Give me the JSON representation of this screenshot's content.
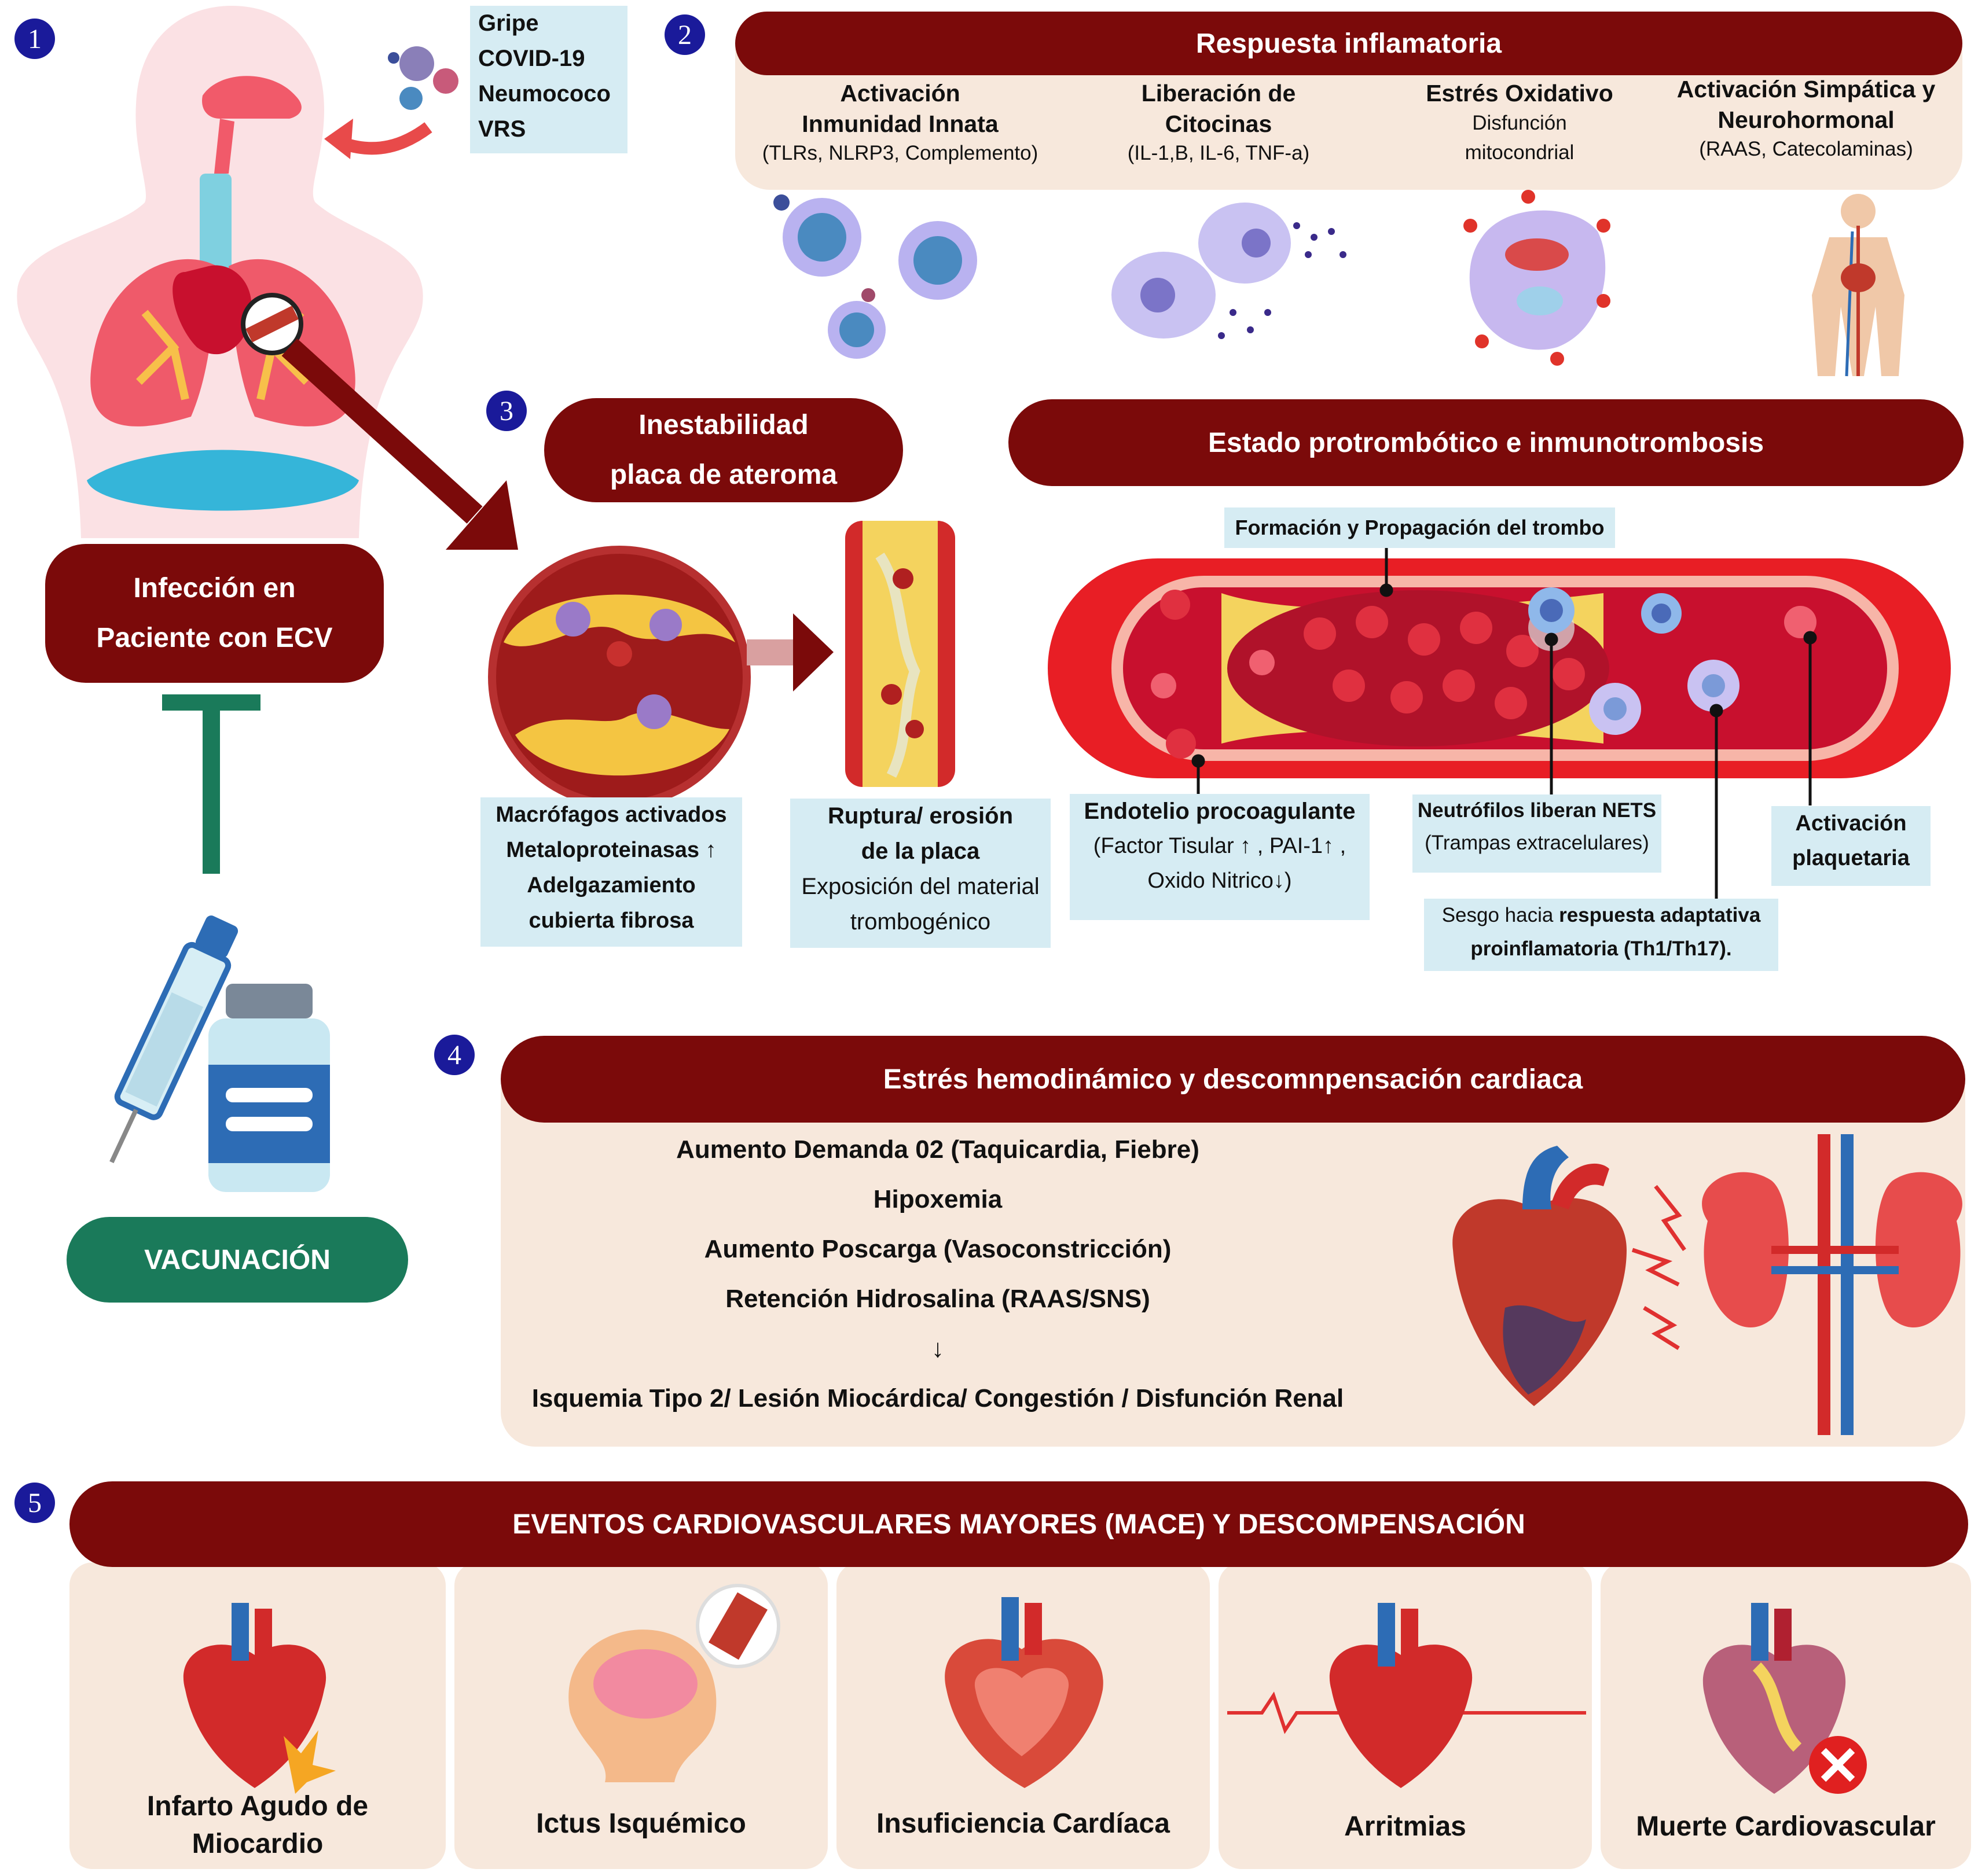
{
  "steps": [
    "1",
    "2",
    "3",
    "4",
    "5"
  ],
  "infection": {
    "pathogens": [
      "Gripe",
      "COVID-19",
      "Neumococo",
      "VRS"
    ],
    "title_line1": "Infección en",
    "title_line2": "Paciente con ECV"
  },
  "vaccination": {
    "label": "VACUNACIÓN"
  },
  "inflammatory": {
    "title": "Respuesta inflamatoria",
    "mechanisms": [
      {
        "title_line1": "Activación",
        "title_line2": "Inmunidad Innata",
        "detail": "(TLRs, NLRP3, Complemento)"
      },
      {
        "title_line1": "Liberación de",
        "title_line2": "Citocinas",
        "detail": "(IL-1,B, IL-6, TNF-a)"
      },
      {
        "title_line1": "Estrés Oxidativo",
        "detail_line1": "Disfunción",
        "detail_line2": "mitocondrial"
      },
      {
        "title_line1": "Activación Simpática y",
        "title_line2": "Neurohormonal",
        "detail": "(RAAS, Catecolaminas)"
      }
    ]
  },
  "plaque": {
    "title_line1": "Inestabilidad",
    "title_line2": "placa de ateroma",
    "macrophage_box": [
      "Macrófagos activados",
      "Metaloproteinasas ↑",
      "Adelgazamiento",
      "cubierta fibrosa"
    ],
    "rupture_box": {
      "line1": "Ruptura/ erosión",
      "line2": "de la placa",
      "line3": "Exposición del material",
      "line4": "trombogénico"
    }
  },
  "thrombosis": {
    "title": "Estado protrombótico e inmunotrombosis",
    "thrombus_label": "Formación y Propagación del trombo",
    "endothelium": {
      "title": "Endotelio  procoagulante",
      "line1": "(Factor Tisular  ↑ , PAI-1↑ ,",
      "line2": "Oxido Nitrico↓)"
    },
    "neutrophils": {
      "title": "Neutrófilos liberan NETS",
      "detail": "(Trampas extracelulares)"
    },
    "platelets": {
      "line1": "Activación",
      "line2": "plaquetaria"
    },
    "adaptive": {
      "line1_plain": "Sesgo hacia ",
      "line1_bold": "respuesta adaptativa",
      "line2": "proinflamatoria (Th1/Th17)."
    }
  },
  "hemodynamic": {
    "title": "Estrés hemodinámico y descomnpensación cardiaca",
    "items": [
      "Aumento Demanda 02 (Taquicardia, Fiebre)",
      "Hipoxemia",
      "Aumento Poscarga (Vasoconstricción)",
      "Retención Hidrosalina (RAAS/SNS)",
      "↓",
      "Isquemia Tipo 2/ Lesión Miocárdica/ Congestión / Disfunción Renal"
    ]
  },
  "mace": {
    "title": "EVENTOS CARDIOVASCULARES MAYORES (MACE) Y DESCOMPENSACIÓN",
    "outcomes": [
      {
        "line1": "Infarto Agudo de",
        "line2": "Miocardio"
      },
      {
        "line1": "Ictus Isquémico"
      },
      {
        "line1": "Insuficiencia Cardíaca"
      },
      {
        "line1": "Arritmias"
      },
      {
        "line1": "Muerte Cardiovascular"
      }
    ]
  }
}
